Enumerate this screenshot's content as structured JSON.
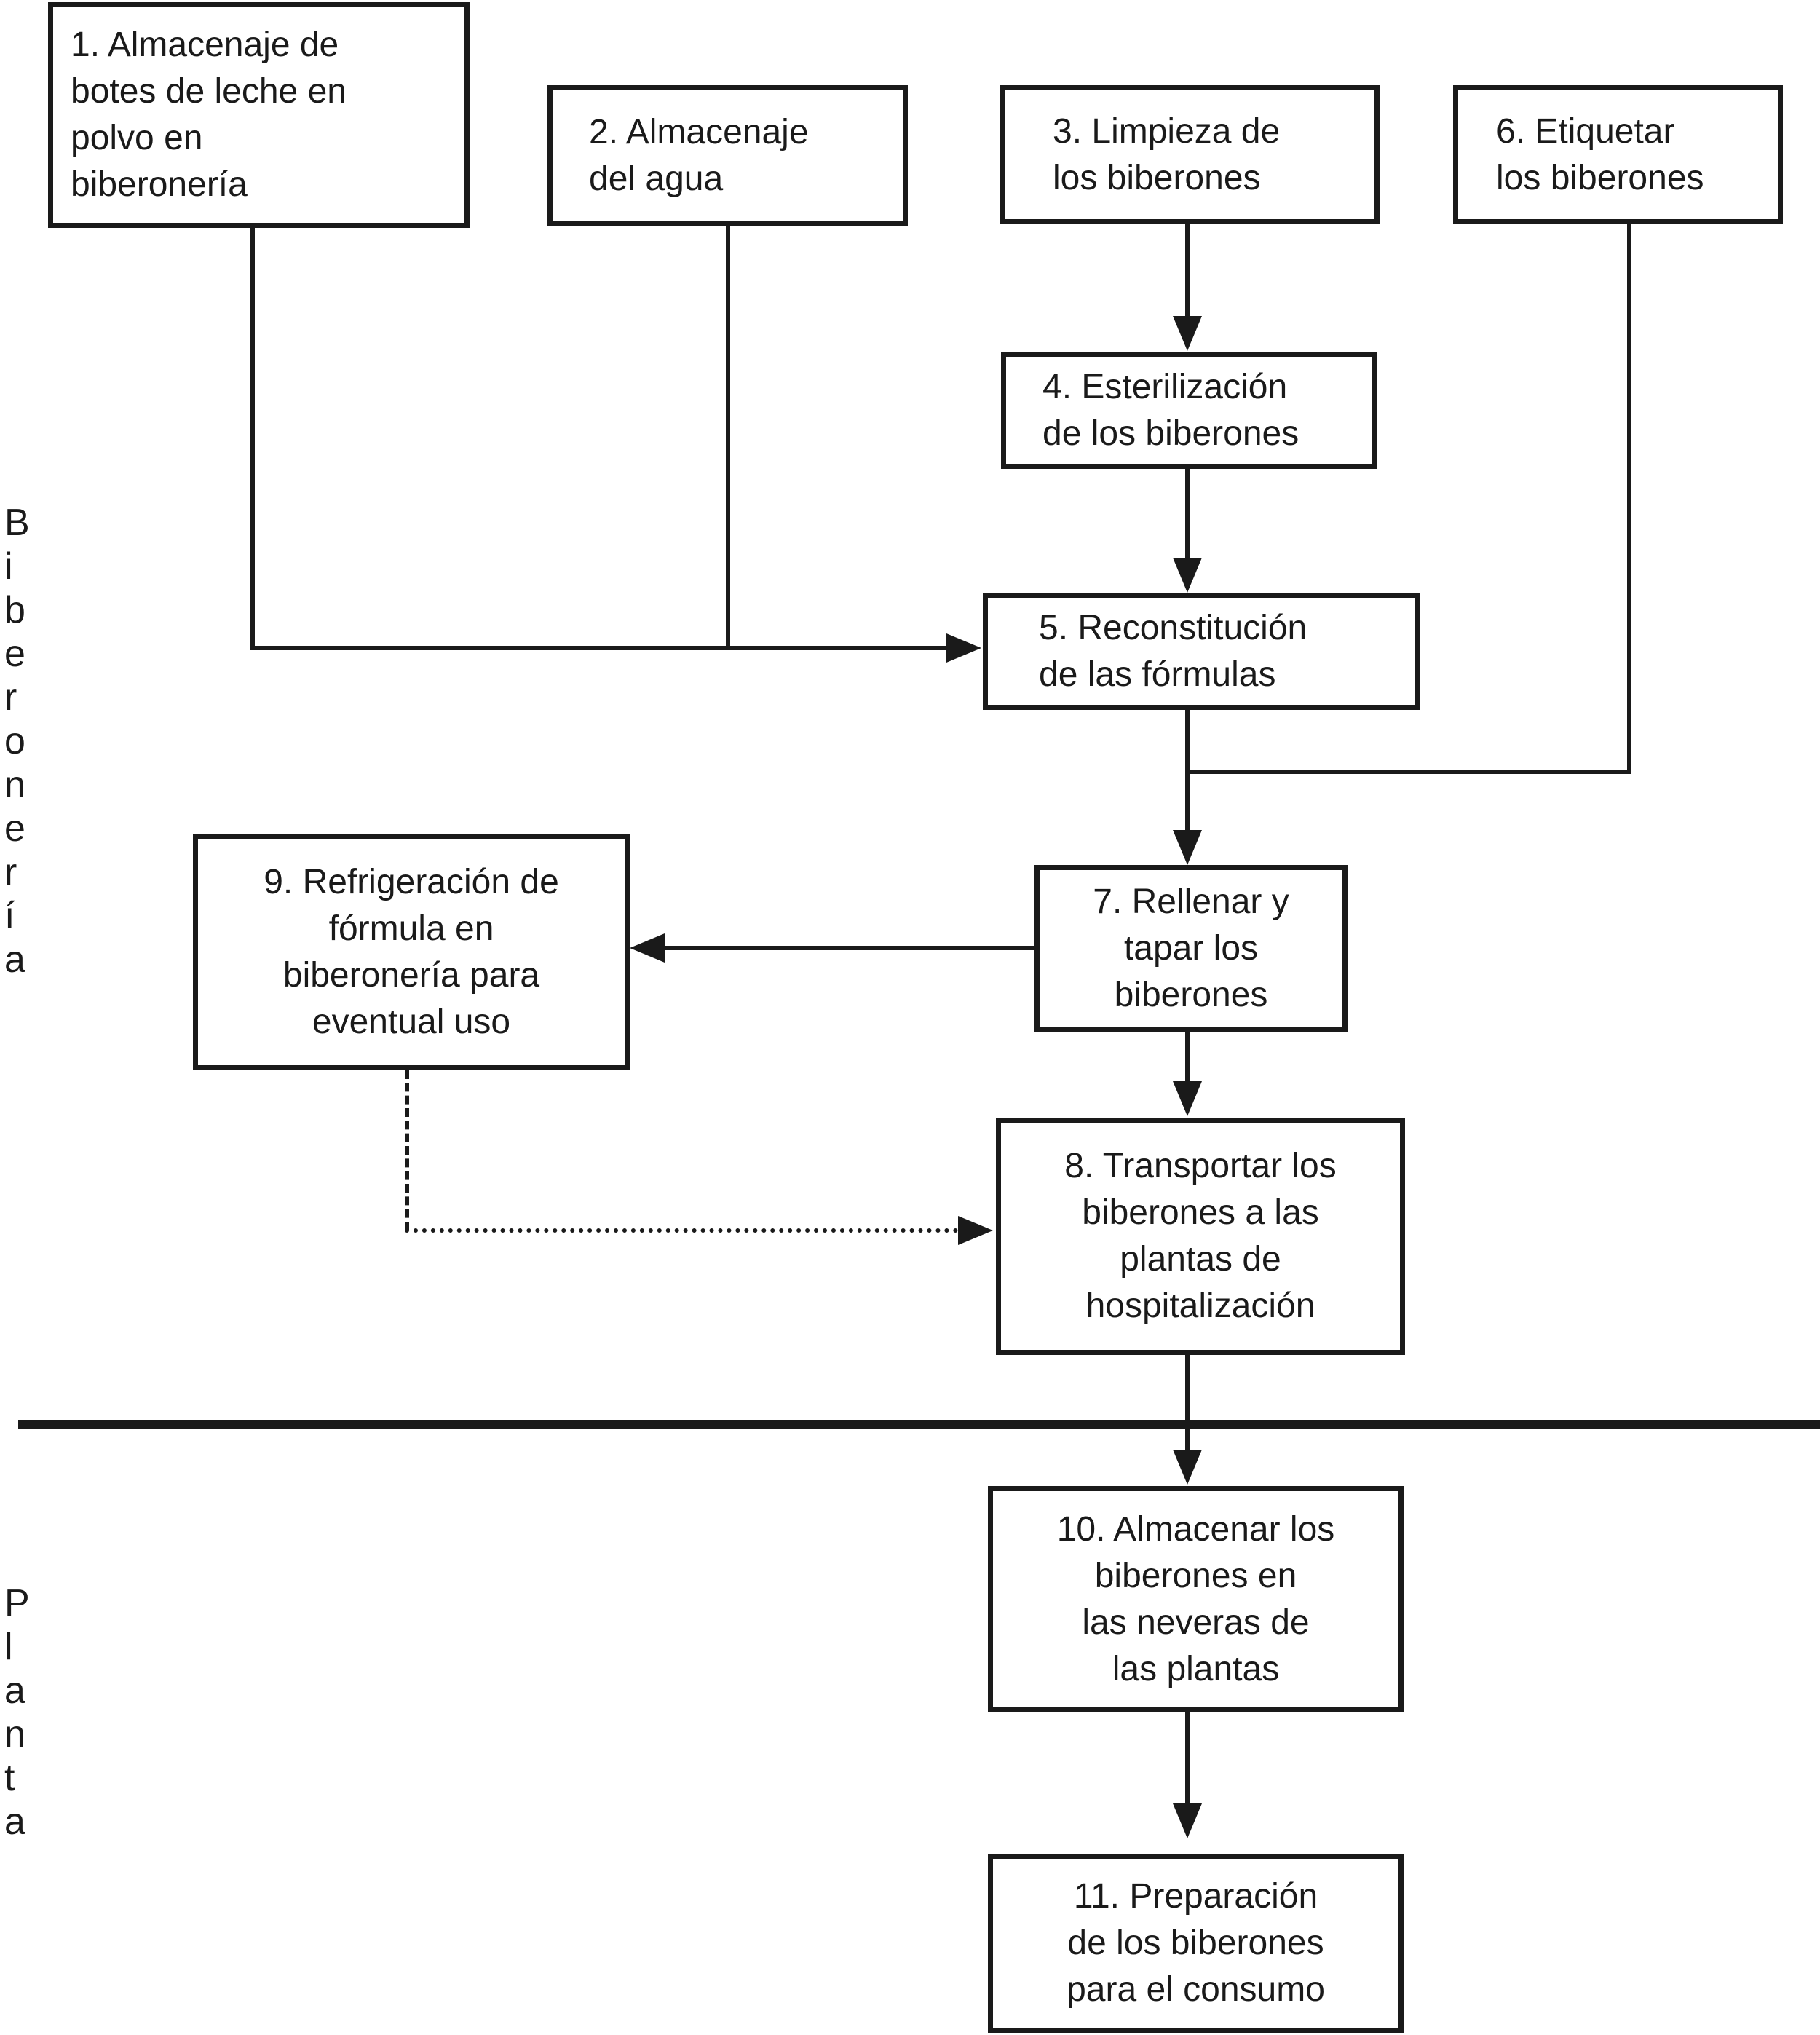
{
  "colors": {
    "ink": "#1a1a1a",
    "background": "#ffffff"
  },
  "sections": {
    "top_label": "Biberonería",
    "bottom_label": "Planta"
  },
  "boxes": {
    "almacenaje_leche": {
      "label": "1. Almacenaje de\nbotes de leche en\npolvo en\nbiberonería"
    },
    "almacenaje_agua": {
      "label": "2. Almacenaje\ndel agua"
    },
    "limpieza": {
      "label": "3. Limpieza de\nlos biberones"
    },
    "esterilizacion": {
      "label": "4. Esterilización\nde los biberones"
    },
    "reconstitucion": {
      "label": "5. Reconstitución\nde las fórmulas"
    },
    "etiquetar": {
      "label": "6. Etiquetar\nlos biberones"
    },
    "rellenar": {
      "label": "7. Rellenar y\ntapar los\nbiberones"
    },
    "transportar": {
      "label": "8. Transportar los\nbiberones a las\nplantas de\nhospitalización"
    },
    "refrigeracion": {
      "label": "9. Refrigeración de\nfórmula en\nbiberonería para\neventual uso"
    },
    "almacenar_neveras": {
      "label": "10. Almacenar los\nbiberones en\nlas neveras de\nlas plantas"
    },
    "preparacion_consumo": {
      "label": "11. Preparación\nde los biberones\npara el consumo"
    }
  }
}
